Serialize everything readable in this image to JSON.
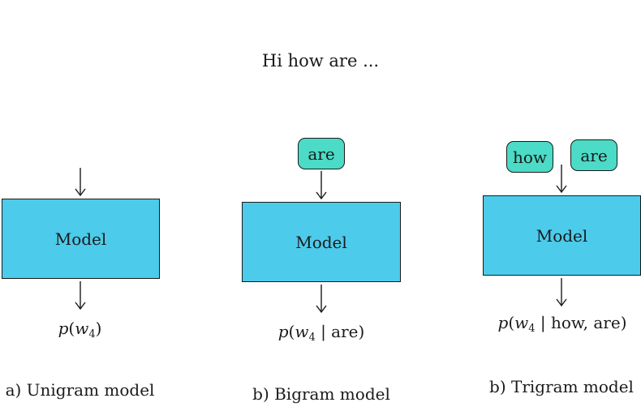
{
  "header": {
    "text": "Hi how are ..."
  },
  "panels": [
    {
      "model_label": "Model",
      "context_tokens": [],
      "output": {
        "func": "p",
        "var": "w",
        "sub": "4",
        "cond": ""
      },
      "caption": "a) Unigram model"
    },
    {
      "model_label": "Model",
      "context_tokens": [
        "are"
      ],
      "output": {
        "func": "p",
        "var": "w",
        "sub": "4",
        "cond": "are"
      },
      "caption": "b) Bigram model"
    },
    {
      "model_label": "Model",
      "context_tokens": [
        "how",
        "are"
      ],
      "output": {
        "func": "p",
        "var": "w",
        "sub": "4",
        "cond": "how, are"
      },
      "caption": "b) Trigram model"
    }
  ],
  "colors": {
    "model_fill": "#4ccbeb",
    "token_fill": "#4bdbc6",
    "stroke": "#1a1a1a"
  }
}
